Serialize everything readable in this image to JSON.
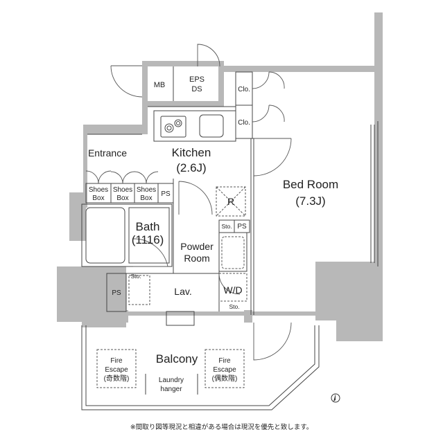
{
  "rooms": {
    "kitchen_name": "Kitchen",
    "kitchen_size": "(2.6J)",
    "bedroom_name": "Bed Room",
    "bedroom_size": "(7.3J)",
    "bath_name": "Bath",
    "bath_size": "(1116)",
    "powder_line1": "Powder",
    "powder_line2": "Room",
    "entrance": "Entrance",
    "lav": "Lav.",
    "balcony": "Balcony"
  },
  "fixtures": {
    "mb": "MB",
    "eps_line1": "EPS",
    "eps_line2": "DS",
    "clo": "Clo.",
    "shoes_line1": "Shoes",
    "shoes_line2": "Box",
    "ps": "PS",
    "refrigerator": "R",
    "sto": "Sto.",
    "wd": "W/D",
    "fire_line1": "Fire",
    "fire_line2": "Escape",
    "fire_odd": "(奇数階)",
    "fire_even": "(偶数階)",
    "laundry_line1": "Laundry",
    "laundry_line2": "hanger"
  },
  "note": "※間取り図等現況と相違がある場合は現況を優先と致します。",
  "colors": {
    "wall": "#b8b8b8",
    "line": "#444444"
  }
}
